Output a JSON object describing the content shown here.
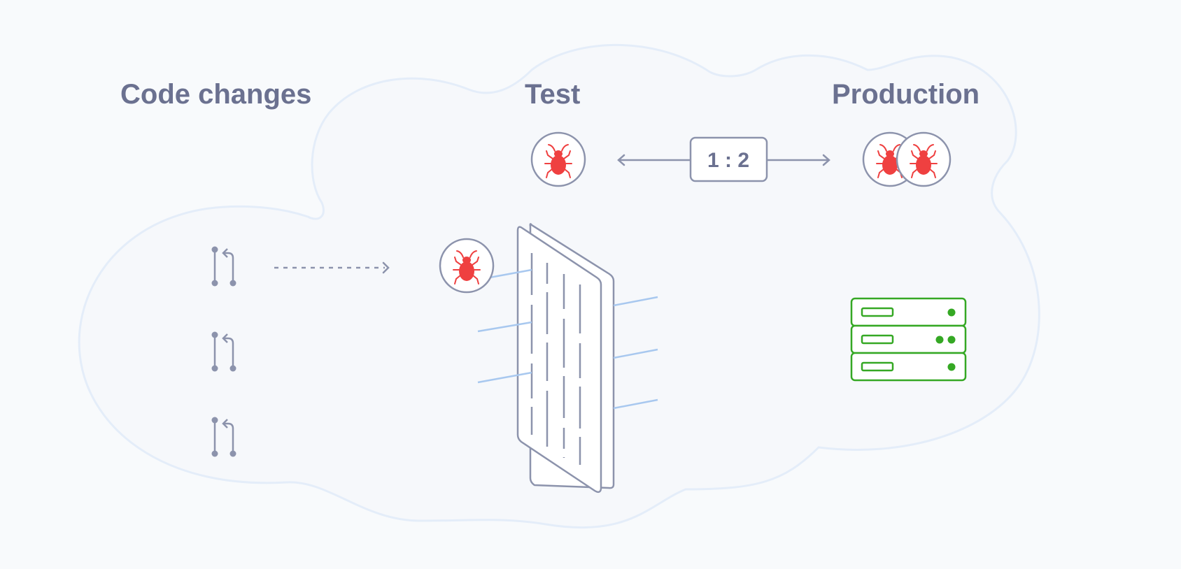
{
  "headings": {
    "code_changes": "Code changes",
    "test": "Test",
    "production": "Production"
  },
  "ratio": {
    "label": "1 : 2"
  },
  "icons": {
    "bug": "bug-icon",
    "pull_request": "pull-request-icon",
    "test_filter": "test-filter-icon",
    "server": "server-rack-icon"
  },
  "colors": {
    "background": "#f8fafc",
    "cloud_fill": "#f6f8fb",
    "cloud_outline": "#e4edf9",
    "ink": "#6b7190",
    "stroke": "#8c93ac",
    "bug": "#ef4040",
    "server": "#35a824",
    "leak_line": "#a8c8ef"
  }
}
